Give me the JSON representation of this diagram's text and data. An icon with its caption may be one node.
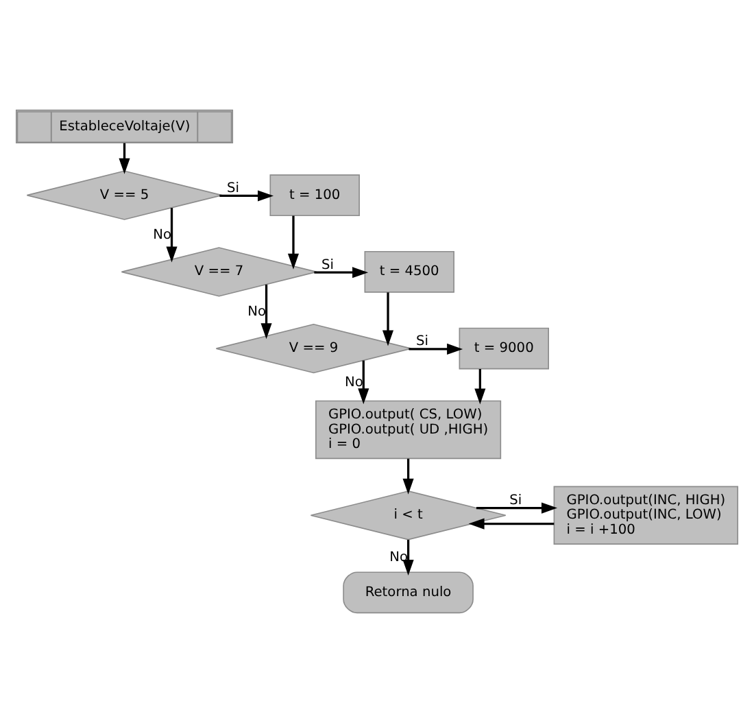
{
  "diagram": {
    "nodes": [
      {
        "text": [
          "EstableceVoltaje(V)"
        ]
      },
      {
        "text": [
          "V == 5"
        ]
      },
      {
        "text": [
          "t = 100"
        ]
      },
      {
        "text": [
          "V == 7"
        ]
      },
      {
        "text": [
          "t = 4500"
        ]
      },
      {
        "text": [
          "V == 9"
        ]
      },
      {
        "text": [
          "t = 9000"
        ]
      },
      {
        "text": [
          "GPIO.output( CS, LOW)",
          "GPIO.output( UD ,HIGH)",
          "i = 0"
        ]
      },
      {
        "text": [
          "i < t"
        ]
      },
      {
        "text": [
          "GPIO.output(INC, HIGH)",
          "GPIO.output(INC, LOW)",
          "i = i +100"
        ]
      },
      {
        "text": [
          "Retorna nulo"
        ]
      }
    ],
    "edges": [
      {
        "from": 0,
        "to": 1,
        "arrow": "to"
      },
      {
        "from": 1,
        "to": 2,
        "arrow": "to",
        "label": "Si"
      },
      {
        "from": 2,
        "to": 3,
        "arrow": "to"
      },
      {
        "from": 1,
        "to": 3,
        "arrow": "to",
        "label": "No"
      },
      {
        "from": 3,
        "to": 4,
        "arrow": "to",
        "label": "Si"
      },
      {
        "from": 4,
        "to": 5,
        "arrow": "to"
      },
      {
        "from": 3,
        "to": 5,
        "arrow": "to",
        "label": "No"
      },
      {
        "from": 5,
        "to": 6,
        "arrow": "to",
        "label": "Si"
      },
      {
        "from": 6,
        "to": 7,
        "arrow": "to"
      },
      {
        "from": 5,
        "to": 7,
        "arrow": "to",
        "label": "No"
      },
      {
        "from": 7,
        "to": 8,
        "arrow": "to"
      },
      {
        "from": 8,
        "to": 9,
        "arrow": "to",
        "label": "Si"
      },
      {
        "from": 9,
        "to": 8,
        "arrow": "to"
      },
      {
        "from": 8,
        "to": 10,
        "arrow": "to",
        "label": "No"
      }
    ]
  }
}
